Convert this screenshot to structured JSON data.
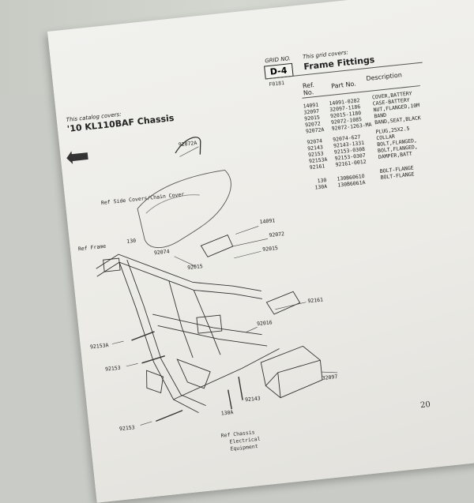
{
  "grid": {
    "label": "GRID NO.",
    "number": "D-4",
    "covers_label": "This grid covers:",
    "title": "Frame Fittings",
    "code": "F0181"
  },
  "catalog": {
    "covers_label": "This catalog covers:",
    "title": "'10 KL110BAF Chassis"
  },
  "columns": {
    "ref": "Ref.",
    "no": "No.",
    "part": "Part No.",
    "desc": "Description"
  },
  "parts": [
    {
      "ref": "14091",
      "part": "14091-0282",
      "desc": "COVER,BATTERY"
    },
    {
      "ref": "32097",
      "part": "32097-1186",
      "desc": "CASE-BATTERY"
    },
    {
      "ref": "92015",
      "part": "92015-1180",
      "desc": "NUT,FLANGED,10M"
    },
    {
      "ref": "92072",
      "part": "92072-1085",
      "desc": "BAND"
    },
    {
      "ref": "92072A",
      "part": "92072-1263-MA",
      "desc": "BAND,SEAT,BLACK"
    },
    {
      "ref": "92074",
      "part": "92074-627",
      "desc": "PLUG,25X2.5"
    },
    {
      "ref": "92143",
      "part": "92143-1331",
      "desc": "COLLAR"
    },
    {
      "ref": "92153",
      "part": "92153-0308",
      "desc": "BOLT,FLANGED,"
    },
    {
      "ref": "92153A",
      "part": "92153-0307",
      "desc": "BOLT,FLANGED,"
    },
    {
      "ref": "92161",
      "part": "92161-0012",
      "desc": "DAMPER,BATT"
    },
    {
      "ref": "130",
      "part": "130B6061O",
      "desc": "BOLT-FLANGE"
    },
    {
      "ref": "130A",
      "part": "130B6061A",
      "desc": "BOLT-FLANGE"
    }
  ],
  "callouts": {
    "c92072a": "92072A",
    "c92074": "92074",
    "c14091": "14091",
    "c92072": "92072",
    "c92015a": "92015",
    "c92015b": "92015",
    "c92161": "92161",
    "c32097": "32097",
    "c92153a": "92153A",
    "c92153": "92153",
    "c92153b": "92153",
    "c92143": "92143",
    "c92016": "92016",
    "c130": "130",
    "c130a": "130A",
    "side_cover": "Ref Side Covers/Chain Cover",
    "ref_frame": "Ref Frame",
    "ref_chassis": "Ref Chassis",
    "electrical": "Electrical",
    "equipment": "Equipment"
  },
  "page_number": "20",
  "colors": {
    "paper": "#eeede8",
    "ink": "#222222"
  }
}
